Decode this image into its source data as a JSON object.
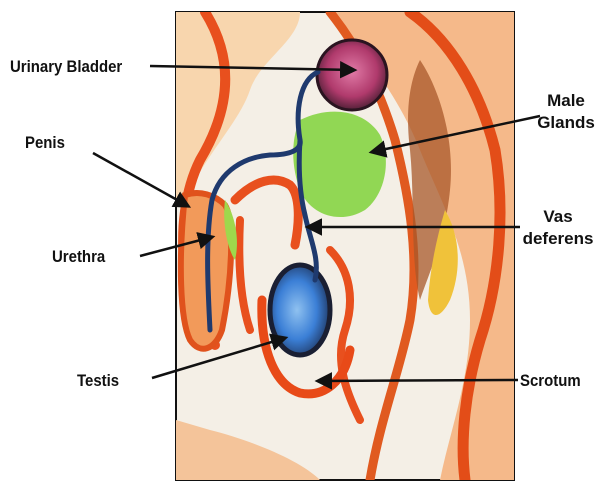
{
  "diagram": {
    "labels": {
      "urinary_bladder": "Urinary Bladder",
      "penis": "Penis",
      "urethra": "Urethra",
      "testis": "Testis",
      "male_glands_line1": "Male",
      "male_glands_line2": "Glands",
      "vas_deferens_line1": "Vas",
      "vas_deferens_line2": "deferens",
      "scrotum": "Scrotum"
    },
    "colors": {
      "frame": "#111111",
      "skin_outline": "#e8501e",
      "skin_fill": "#f6c79a",
      "bladder": "#c0467a",
      "glands": "#7ccf3c",
      "testis": "#3b7fd6",
      "duct": "#1f3a6e",
      "arrow": "#111111"
    }
  }
}
